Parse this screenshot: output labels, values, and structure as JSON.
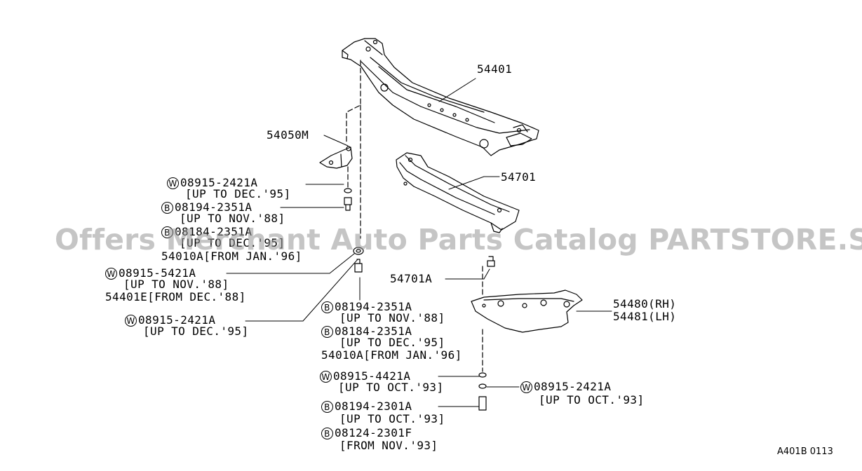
{
  "watermark": "Offers Merchant Auto Parts Catalog PARTSTORE.SA",
  "drawing_id": "A401B 0113",
  "parts": {
    "p54401": "54401",
    "p54701": "54701",
    "p54050m": "54050M",
    "p54701a": "54701A",
    "p54480": "54480(RH)",
    "p54481": "54481(LH)"
  },
  "callouts": {
    "w1": {
      "badge": "W",
      "code": "08915-2421A",
      "note": "[UP TO DEC.'95]"
    },
    "b1": {
      "badge": "B",
      "code": "08194-2351A",
      "note": "[UP TO NOV.'88]"
    },
    "b2": {
      "badge": "B",
      "code": "08184-2351A",
      "note": "[UP TO DEC.'95]",
      "alt": "54010A[FROM JAN.'96]"
    },
    "w2": {
      "badge": "W",
      "code": "08915-5421A",
      "note": "[UP TO NOV.'88]",
      "alt": "54401E[FROM DEC.'88]"
    },
    "w3": {
      "badge": "W",
      "code": "08915-2421A",
      "note": "[UP TO DEC.'95]"
    },
    "b3": {
      "badge": "B",
      "code": "08194-2351A",
      "note": "[UP TO NOV.'88]"
    },
    "b4": {
      "badge": "B",
      "code": "08184-2351A",
      "note": "[UP TO DEC.'95]",
      "alt": "54010A[FROM JAN.'96]"
    },
    "w4": {
      "badge": "W",
      "code": "08915-4421A",
      "note": "[UP TO OCT.'93]"
    },
    "w5": {
      "badge": "W",
      "code": "08915-2421A",
      "note": "[UP TO OCT.'93]"
    },
    "b5": {
      "badge": "B",
      "code": "08194-2301A",
      "note": "[UP TO OCT.'93]"
    },
    "b6": {
      "badge": "B",
      "code": "08124-2301F",
      "note": "[FROM NOV.'93]"
    }
  }
}
